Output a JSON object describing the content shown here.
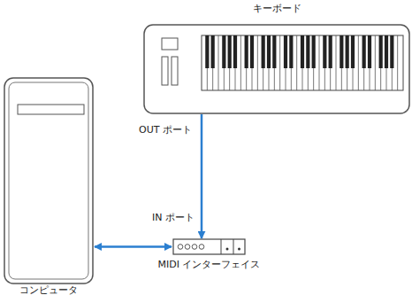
{
  "diagram": {
    "nodes": [
      {
        "text": [
          "キーボード"
        ]
      },
      {
        "text": [
          "コンピュータ"
        ]
      },
      {
        "text": [
          "MIDI インターフェイス"
        ]
      }
    ],
    "edges": [
      {
        "from": 0,
        "to": 2,
        "arrow": "to"
      },
      {
        "from": 1,
        "to": 2,
        "arrow": "both"
      }
    ],
    "labels": [
      "OUT ポート",
      "IN ポート"
    ]
  }
}
